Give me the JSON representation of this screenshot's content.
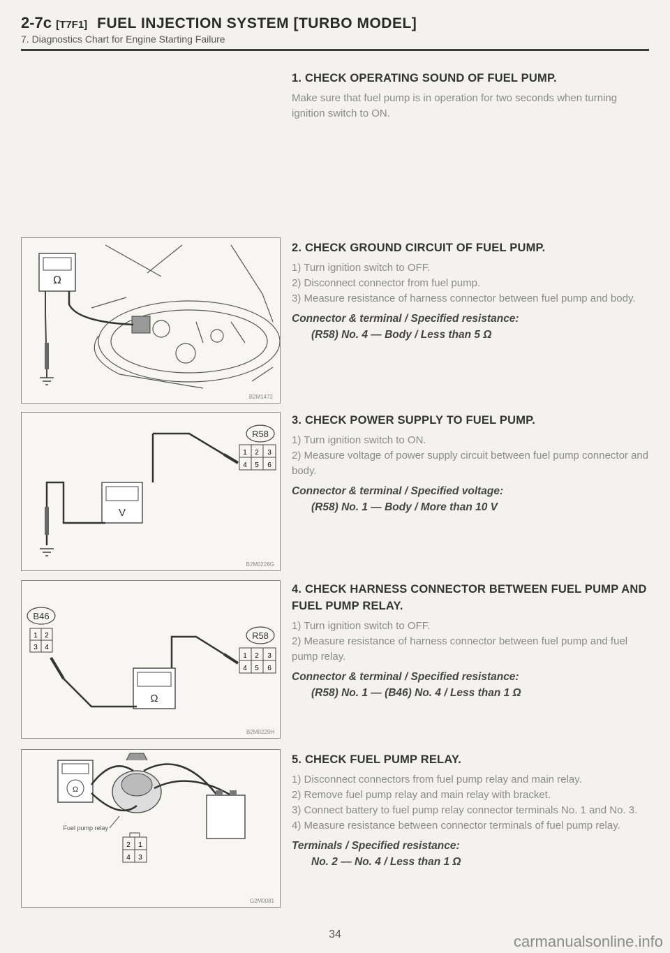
{
  "header": {
    "section": "2-7c",
    "code": "[T7F1]",
    "title": "FUEL INJECTION SYSTEM [TURBO MODEL]",
    "subtitle": "7. Diagnostics Chart for Engine Starting Failure"
  },
  "steps": [
    {
      "title": "1. CHECK OPERATING SOUND OF FUEL PUMP.",
      "lines": [
        "Make sure that fuel pump is in operation for two seconds when turning ignition switch to ON."
      ],
      "spec_label": "",
      "spec_value": ""
    },
    {
      "title": "2. CHECK GROUND CIRCUIT OF FUEL PUMP.",
      "lines": [
        "1) Turn ignition switch to OFF.",
        "2) Disconnect connector from fuel pump.",
        "3) Measure resistance of harness connector between fuel pump and body."
      ],
      "spec_label": "Connector & terminal / Specified resistance:",
      "spec_value": "(R58) No. 4 — Body / Less than 5 Ω"
    },
    {
      "title": "3. CHECK POWER SUPPLY TO FUEL PUMP.",
      "lines": [
        "1) Turn ignition switch to ON.",
        "2) Measure voltage of power supply circuit between fuel pump connector and body."
      ],
      "spec_label": "Connector & terminal / Specified voltage:",
      "spec_value": "(R58) No. 1 — Body / More than 10 V"
    },
    {
      "title": "4. CHECK HARNESS CONNECTOR BETWEEN FUEL PUMP AND FUEL PUMP RELAY.",
      "lines": [
        "1) Turn ignition switch to OFF.",
        "2) Measure resistance of harness connector between fuel pump and fuel pump relay."
      ],
      "spec_label": "Connector & terminal / Specified resistance:",
      "spec_value": "(R58) No. 1 — (B46) No. 4 / Less than 1 Ω"
    },
    {
      "title": "5. CHECK FUEL PUMP RELAY.",
      "lines": [
        "1) Disconnect connectors from fuel pump relay and main relay.",
        "2) Remove fuel pump relay and main relay with bracket.",
        "3) Connect battery to fuel pump relay connector terminals No. 1 and No. 3.",
        "4) Measure resistance between connector terminals of fuel pump relay."
      ],
      "spec_label": "Terminals / Specified resistance:",
      "spec_value": "No. 2 — No. 4 / Less than 1 Ω"
    }
  ],
  "figures": {
    "fig1": {
      "meter_symbol": "Ω",
      "code": "B2M1472"
    },
    "fig2": {
      "connector": "R58",
      "pins_top": [
        "1",
        "2",
        "3"
      ],
      "pins_bottom": [
        "4",
        "5",
        "6"
      ],
      "meter_symbol": "V",
      "code": "B2M0228G"
    },
    "fig3": {
      "connector_left": "B46",
      "left_pins_top": [
        "1",
        "2"
      ],
      "left_pins_bottom": [
        "3",
        "4"
      ],
      "connector_right": "R58",
      "pins_top": [
        "1",
        "2",
        "3"
      ],
      "pins_bottom": [
        "4",
        "5",
        "6"
      ],
      "meter_symbol": "Ω",
      "code": "B2M0229H"
    },
    "fig4": {
      "label": "Fuel pump relay",
      "pins_top": [
        "2",
        "1"
      ],
      "pins_bottom": [
        "4",
        "3"
      ],
      "meter_symbol": "Ω",
      "code": "G2M0081"
    }
  },
  "page_number": "34",
  "watermark": "carmanualsonline.info"
}
